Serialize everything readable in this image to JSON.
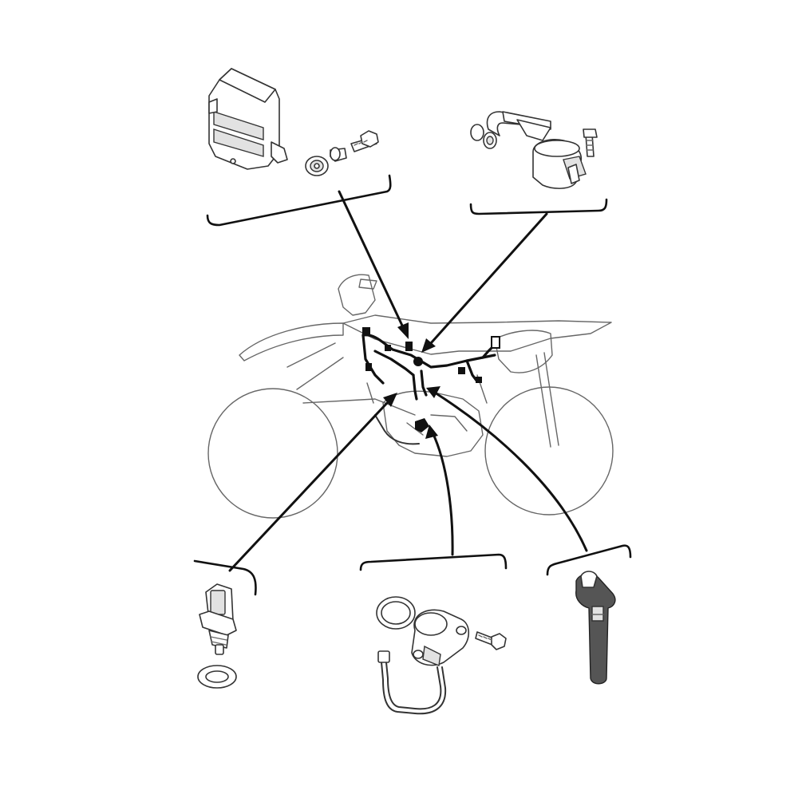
{
  "colors": {
    "background": "#ffffff",
    "outline": "#666666",
    "harness": "#111111",
    "part_fill": "#ffffff",
    "part_shade": "#e2e2e2",
    "cap_dark": "#555555"
  },
  "parts": [
    {
      "id": "cdi-unit",
      "icon": "cdi-unit-icon"
    },
    {
      "id": "ignition-coil",
      "icon": "ignition-coil-icon"
    },
    {
      "id": "temperature-sensor",
      "icon": "temperature-sensor-icon"
    },
    {
      "id": "throttle-position-sensor",
      "icon": "throttle-sensor-icon"
    },
    {
      "id": "spark-plug-cap",
      "icon": "spark-plug-cap-icon"
    }
  ]
}
